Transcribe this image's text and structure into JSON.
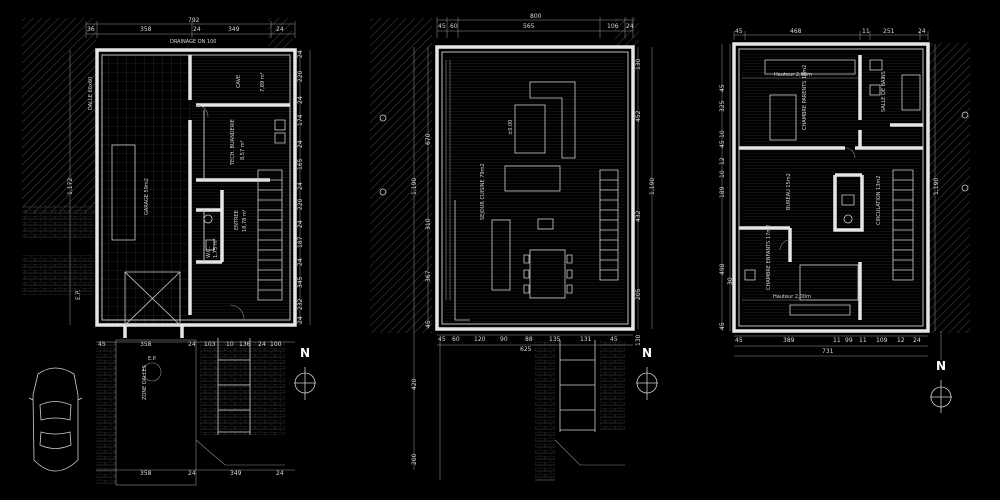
{
  "plans": [
    {
      "id": "ground-floor",
      "top_dimensions": [
        "792",
        "36",
        "358",
        "24",
        "349",
        "24"
      ],
      "bottom_dimensions": [
        "45",
        "358",
        "24",
        "103",
        "10",
        "136",
        "24",
        "100"
      ],
      "bottom_outer_dimensions": [
        "358",
        "24",
        "349",
        "24"
      ],
      "right_dimensions": [
        "24",
        "220",
        "24",
        "174",
        "24",
        "165",
        "24",
        "220",
        "24",
        "187",
        "24",
        "345",
        "232",
        "24"
      ],
      "left_dimensions": [
        "1,172",
        "E.P."
      ],
      "rooms": [
        {
          "key": "cave",
          "label": "CAVE",
          "area": "7,89 m²"
        },
        {
          "key": "tech",
          "label": "TECH. BUANDERIE",
          "area": "8,57 m²"
        },
        {
          "key": "garage",
          "label": "GARAGE 59m2"
        },
        {
          "key": "entree",
          "label": "ENTREE",
          "area": "18,78 m²"
        },
        {
          "key": "wc",
          "label": "W.C.",
          "area": "1,75 m²"
        }
      ],
      "annotations": [
        "DRAINAGE DN 100",
        "E.P.",
        "DALLE 60x60",
        "ZONE DALLES"
      ],
      "north": "N"
    },
    {
      "id": "first-floor",
      "top_dimensions": [
        "800",
        "45",
        "60",
        "565",
        "106",
        "24"
      ],
      "bottom_dimensions": [
        "45",
        "60",
        "120",
        "90",
        "88",
        "135",
        "131",
        "45"
      ],
      "bottom_total": "625",
      "right_dimensions": [
        "130",
        "452",
        "1,190",
        "432",
        "205",
        "130"
      ],
      "left_dimensions": [
        "670",
        "1,190",
        "310",
        "367",
        "45",
        "420",
        "200"
      ],
      "rooms": [
        {
          "key": "sejour",
          "label": "SEJOUR CUISINE 79m2"
        }
      ],
      "annotations": [
        "±0.00"
      ],
      "north": "N"
    },
    {
      "id": "attic-floor",
      "top_dimensions": [
        "45",
        "468",
        "11",
        "251",
        "24"
      ],
      "bottom_dimensions": [
        "45",
        "389",
        "11",
        "99",
        "11",
        "109",
        "12",
        "24"
      ],
      "bottom_total": "731",
      "left_dimensions": [
        "325",
        "45",
        "10",
        "45",
        "12",
        "10",
        "189",
        "498",
        "30",
        "45"
      ],
      "right_dimensions": [
        "1,190"
      ],
      "rooms": [
        {
          "key": "ch1",
          "label": "CHAMBRE PARENTS 18m2"
        },
        {
          "key": "sdb",
          "label": "SALLE DE BAINS"
        },
        {
          "key": "circ",
          "label": "CIRCULATION 13m2"
        },
        {
          "key": "bureau",
          "label": "BUREAU 15m2"
        },
        {
          "key": "ch2",
          "label": "CHAMBRE ENFANTS 17m2"
        }
      ],
      "annotations": [
        "Hauteur 2,00m",
        "Hauteur 2,00m"
      ],
      "north": "N"
    }
  ]
}
